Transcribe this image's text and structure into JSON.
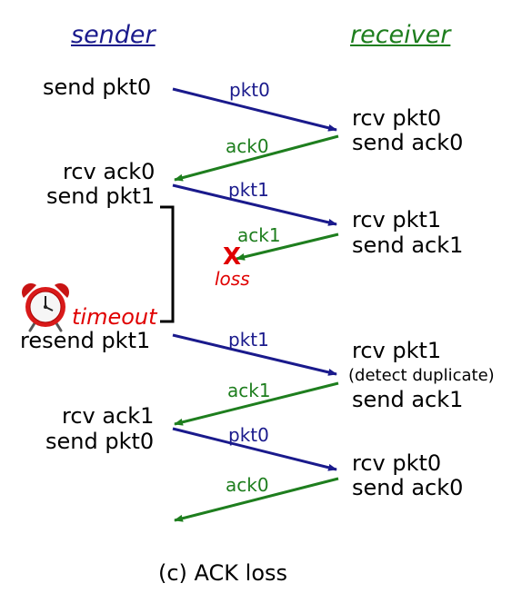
{
  "headers": {
    "sender": "sender",
    "receiver": "receiver"
  },
  "colors": {
    "data": "#1a1a8c",
    "ack": "#1e7e1e",
    "loss": "#e00000",
    "sender_header": "#1a1a8c",
    "receiver_header": "#1e7e1e"
  },
  "sender": {
    "e1": "send pkt0",
    "e2": "rcv ack0",
    "e3": "send pkt1",
    "e4": "resend pkt1",
    "e5": "rcv ack1",
    "e6": "send pkt0"
  },
  "receiver": {
    "e1": "rcv pkt0",
    "e2": "send ack0",
    "e3": "rcv pkt1",
    "e4": "send ack1",
    "e5": "rcv pkt1",
    "e6": "(detect duplicate)",
    "e7": "send ack1",
    "e8": "rcv pkt0",
    "e9": "send ack0"
  },
  "messages": {
    "m1": "pkt0",
    "m2": "ack0",
    "m3": "pkt1",
    "m4": "ack1",
    "m5": "pkt1",
    "m6": "ack1",
    "m7": "pkt0",
    "m8": "ack0"
  },
  "loss": {
    "mark": "X",
    "label": "loss"
  },
  "timeout": {
    "label": "timeout",
    "icon": "alarm-clock-icon"
  },
  "caption": "(c) ACK loss"
}
